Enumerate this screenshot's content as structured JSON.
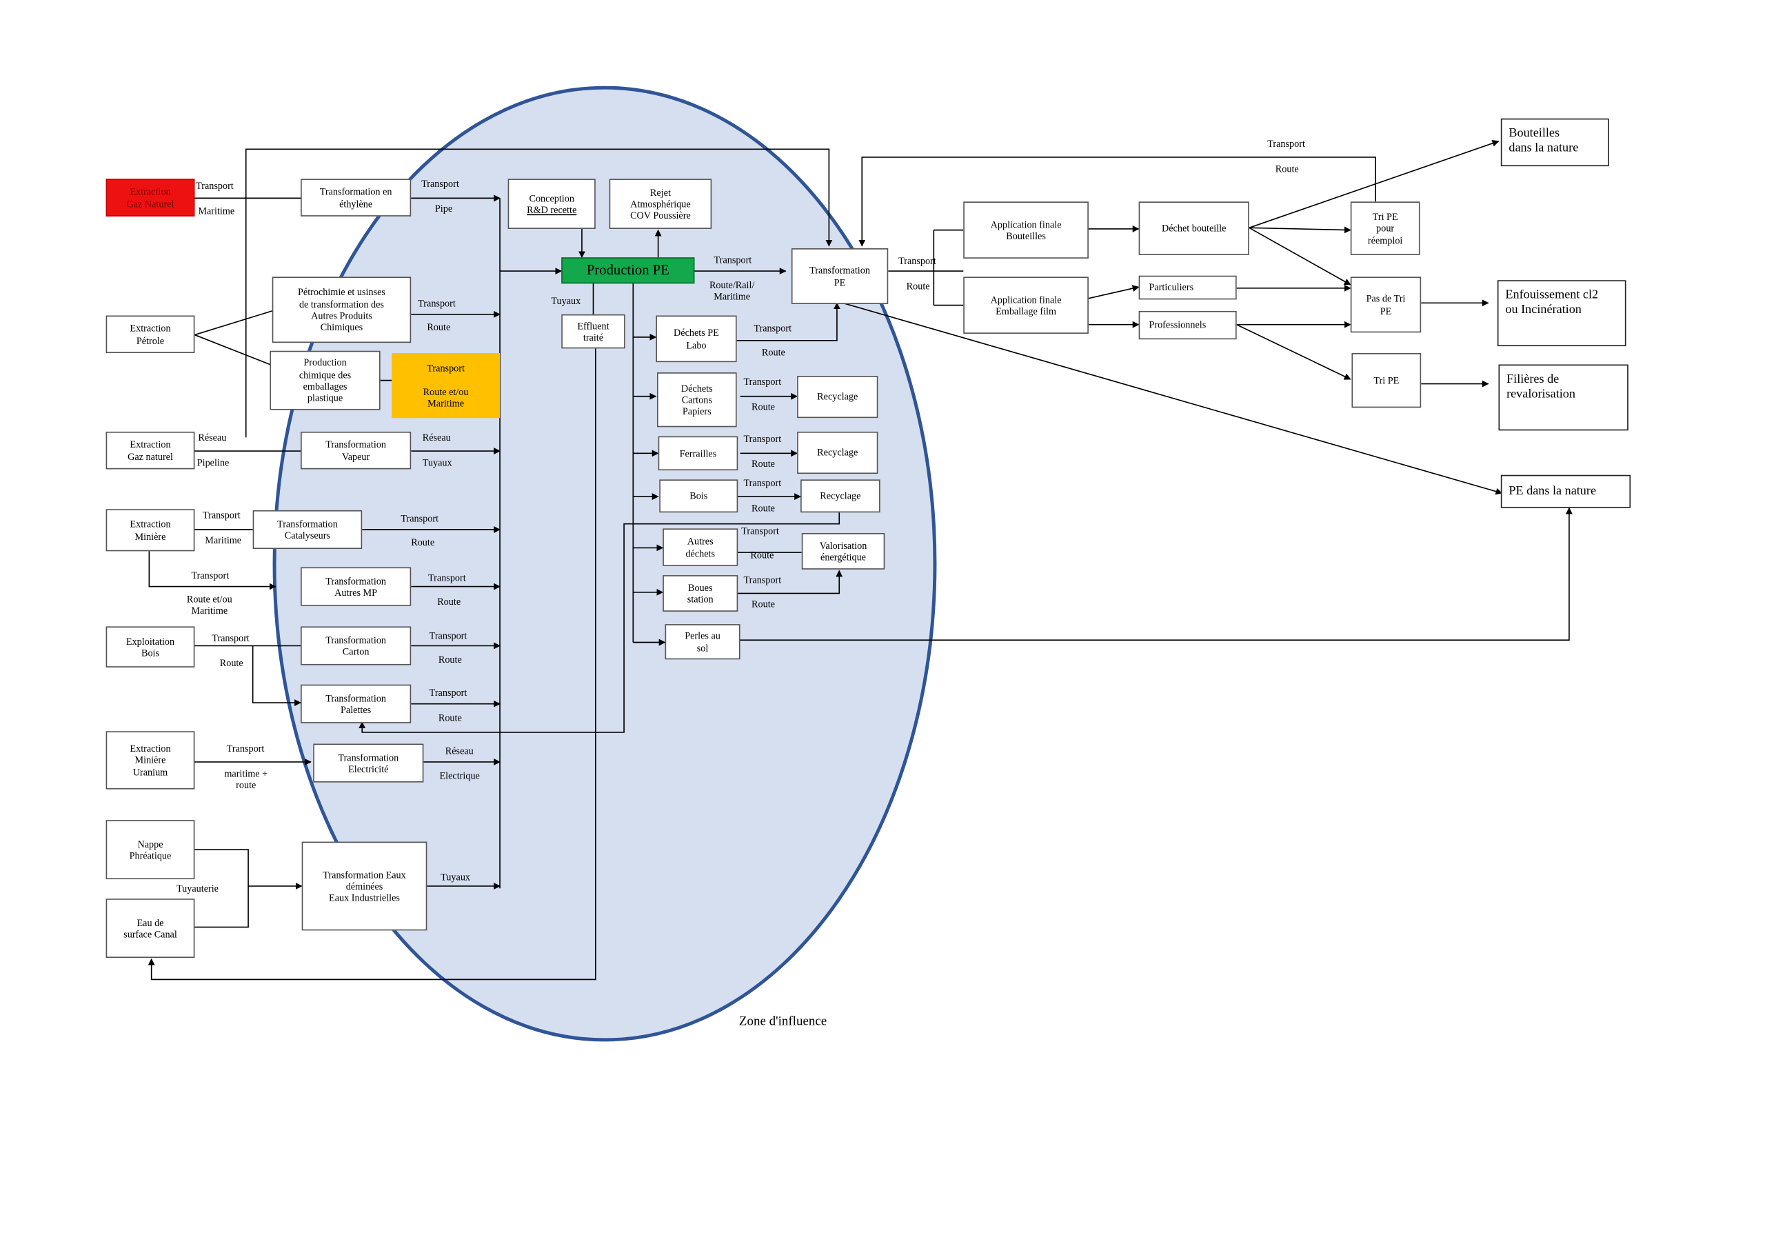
{
  "colors": {
    "zone_fill": "#d6dff0",
    "zone_stroke": "#2f5597",
    "extraction_gaz_naturel": "#ee1111",
    "production_pe": "#12a84b",
    "transport_route_maritime": "#ffc000"
  },
  "zone_label": "Zone d'influence",
  "sources": {
    "extraction_gaz_naturel_red": "Extraction\nGaz Naturel",
    "extraction_petrole": "Extraction\nPétrole",
    "extraction_gaz_naturel": "Extraction\nGaz naturel",
    "extraction_miniere": "Extraction\nMinière",
    "exploitation_bois": "Exploitation\nBois",
    "extraction_miniere_uranium": "Extraction\nMinière\nUranium",
    "nappe_phreatique": "Nappe\nPhréatique",
    "eau_surface_canal": "Eau de\nsurface Canal"
  },
  "transformations": {
    "ethylene": "Transformation en\néthylène",
    "petrochimie": "Pétrochimie et usinses\nde transformation des\nAutres Produits\nChimiques",
    "production_chimique": "Production\nchimique des\nemballages\nplastique",
    "vapeur": "Transformation\nVapeur",
    "catalyseurs": "Transformation\nCatalyseurs",
    "autres_mp": "Transformation\nAutres MP",
    "carton": "Transformation\nCarton",
    "palettes": "Transformation\nPalettes",
    "electricite": "Transformation\nElectricité",
    "eaux": "Transformation Eaux\ndéminées\nEaux Industrielles"
  },
  "center": {
    "conception_line1": "Conception",
    "conception_line2": "R&D recette",
    "rejet_line1": "Rejet",
    "rejet_line2": "Atmosphérique",
    "rejet_line3": "COV Poussière",
    "production_pe": "Production PE",
    "effluent": "Effluent\ntraité",
    "transformation_pe": "Transformation\nPE",
    "orange_top": "Transport",
    "orange_bottom": "Route et/ou\nMaritime"
  },
  "waste": {
    "dechets_pe_labo": "Déchets PE\nLabo",
    "dechets_cartons": "Déchets\nCartons\nPapiers",
    "ferrailles": "Ferrailles",
    "bois": "Bois",
    "autres_dechets": "Autres\ndéchets",
    "boues_station": "Boues\nstation",
    "perles_au_sol": "Perles au\nsol",
    "recyclage": "Recyclage",
    "valorisation": "Valorisation\nénergétique"
  },
  "downstream": {
    "app_bouteilles": "Application finale\nBouteilles",
    "app_emballage": "Application finale\nEmballage film",
    "dechet_bouteille": "Déchet bouteille",
    "particuliers": "Particuliers",
    "professionnels": "Professionnels",
    "tri_pe_reemploi": "Tri PE\npour\nréemploi",
    "pas_de_tri": "Pas de Tri\nPE",
    "tri_pe": "Tri PE",
    "bouteilles_nature": "Bouteilles\ndans la nature",
    "enfouissement": "Enfouissement cl2\nou Incinération",
    "filieres": "Filières de\nrevalorisation",
    "pe_nature": "PE dans la nature"
  },
  "labels": {
    "transport": "Transport",
    "maritime": "Maritime",
    "route": "Route",
    "pipe": "Pipe",
    "reseau": "Réseau",
    "pipeline": "Pipeline",
    "tuyaux": "Tuyaux",
    "route_et_ou_maritime": "Route et/ou\nMaritime",
    "maritime_route": "maritime +\nroute",
    "electrique": "Electrique",
    "tuyauterie": "Tuyauterie",
    "route_rail_maritime": "Route/Rail/\nMaritime"
  }
}
